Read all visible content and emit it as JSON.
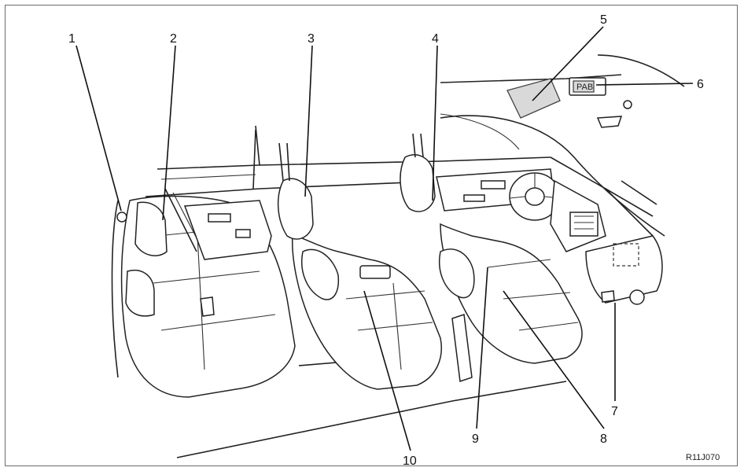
{
  "diagram": {
    "reference_code": "R11J070",
    "callouts": [
      {
        "id": "1",
        "label": "1"
      },
      {
        "id": "2",
        "label": "2"
      },
      {
        "id": "3",
        "label": "3"
      },
      {
        "id": "4",
        "label": "4"
      },
      {
        "id": "5",
        "label": "5"
      },
      {
        "id": "6",
        "label": "6"
      },
      {
        "id": "7",
        "label": "7"
      },
      {
        "id": "8",
        "label": "8"
      },
      {
        "id": "9",
        "label": "9"
      },
      {
        "id": "10",
        "label": "10"
      }
    ],
    "indicator_text": "PAB",
    "colors": {
      "line": "#222222",
      "frame": "#6a6a6a",
      "background": "#ffffff"
    }
  }
}
